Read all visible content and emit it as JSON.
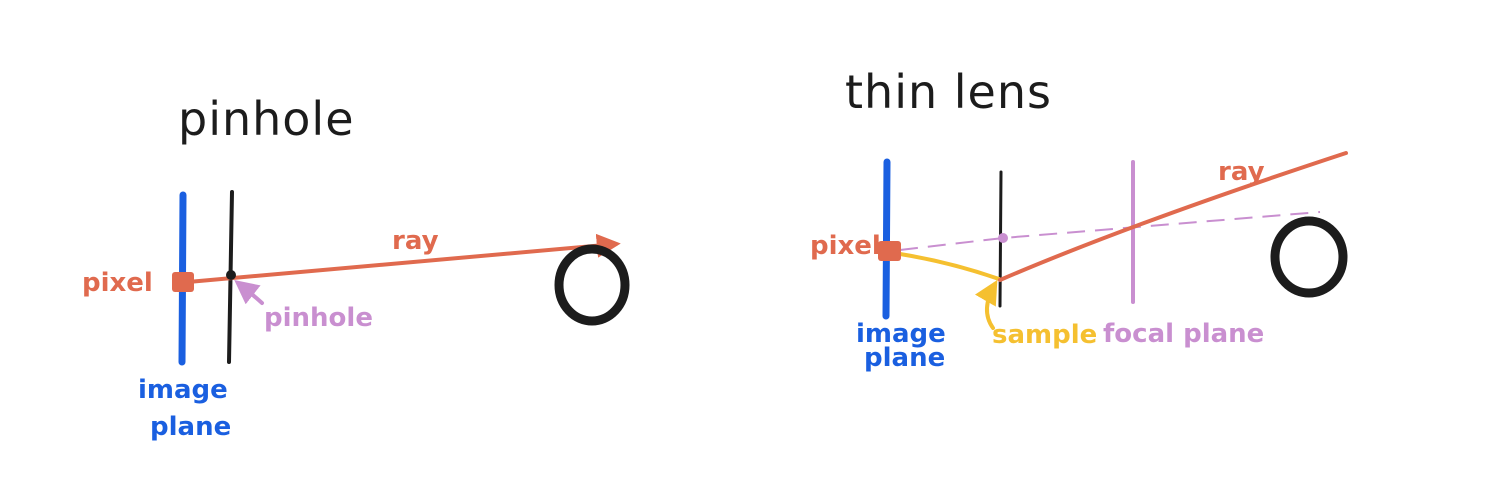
{
  "colors": {
    "image_plane": "#1a5fe0",
    "ray": "#e06a4e",
    "pinhole": "#c98fd0",
    "sample": "#f5c030",
    "focal_plane": "#c98fd0",
    "ink": "#1c1c1c"
  },
  "pinhole_panel": {
    "title": "pinhole",
    "pixel_label": "pixel",
    "ray_label": "ray",
    "pinhole_label": "pinhole",
    "image_plane_label_line1": "image",
    "image_plane_label_line2": "plane",
    "object_label": "O"
  },
  "thin_lens_panel": {
    "title": "thin lens",
    "pixel_label": "pixel",
    "ray_label": "ray",
    "sample_label": "sample",
    "focal_plane_label": "focal plane",
    "image_plane_label_line1": "image",
    "image_plane_label_line2": "plane",
    "object_label": "O"
  }
}
